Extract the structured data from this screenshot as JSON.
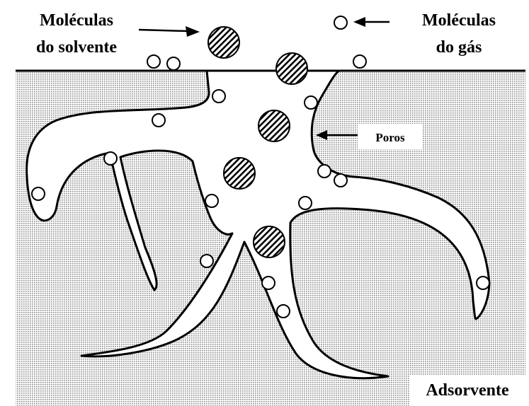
{
  "labels": {
    "solvent_line1": "Moléculas",
    "solvent_line2": "do solvente",
    "gas_line1": "Moléculas",
    "gas_line2": "do gás",
    "pores": "Poros",
    "adsorbent": "Adsorvente"
  },
  "colors": {
    "adsorbent_fill": "#d2d2d2",
    "outline": "#000000",
    "pore": "#ffffff",
    "hatch": "#000000"
  },
  "icons": {
    "solvent_molecule": "hatched-circle-icon",
    "gas_molecule": "open-circle-icon"
  }
}
